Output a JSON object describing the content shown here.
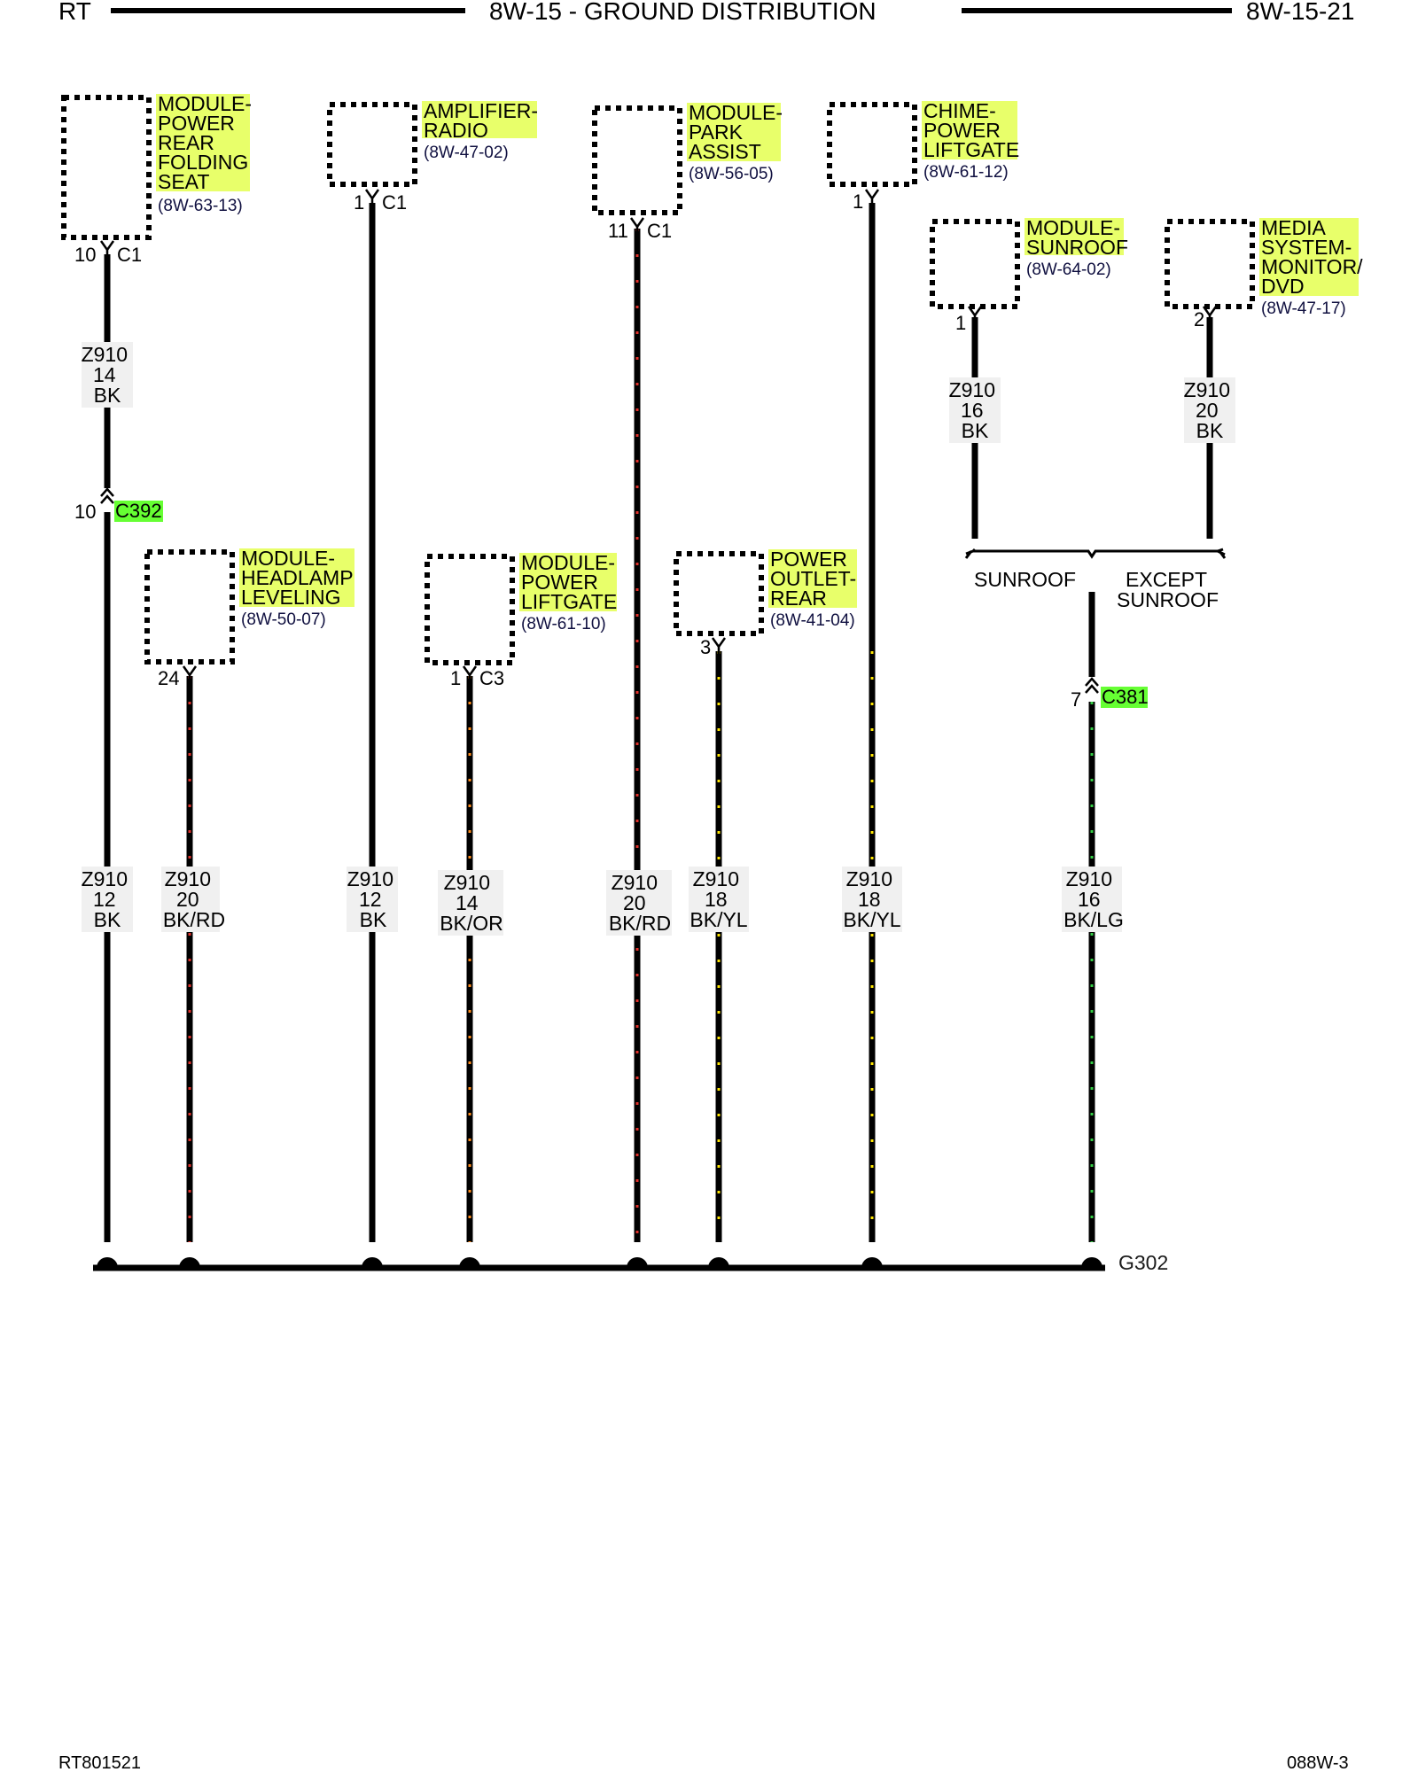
{
  "header": {
    "left": "RT",
    "title": "8W-15 - GROUND DISTRIBUTION",
    "page": "8W-15-21"
  },
  "footer": {
    "left": "RT801521",
    "right": "088W-3"
  },
  "colors": {
    "highlight": "#e8ff6a",
    "connector_highlight": "#66ff33",
    "BK": "#000000",
    "RD": "#e0302a",
    "OR": "#ff8c1a",
    "YL": "#ffe600",
    "LG": "#33cc44"
  },
  "modules": [
    {
      "lines": [
        "MODULE-",
        "POWER",
        "REAR",
        "FOLDING",
        "SEAT"
      ],
      "ref": "(8W-63-13)",
      "pin": "10",
      "connector": "C1"
    },
    {
      "lines": [
        "AMPLIFIER-",
        "RADIO"
      ],
      "ref": "(8W-47-02)",
      "pin": "1",
      "connector": "C1"
    },
    {
      "lines": [
        "MODULE-",
        "PARK",
        "ASSIST"
      ],
      "ref": "(8W-56-05)",
      "pin": "11",
      "connector": "C1"
    },
    {
      "lines": [
        "CHIME-",
        "POWER",
        "LIFTGATE"
      ],
      "ref": "(8W-61-12)",
      "pin": "1",
      "connector": ""
    },
    {
      "lines": [
        "MODULE-",
        "SUNROOF"
      ],
      "ref": "(8W-64-02)",
      "pin": "1",
      "connector": ""
    },
    {
      "lines": [
        "MEDIA",
        "SYSTEM-",
        "MONITOR/",
        "DVD"
      ],
      "ref": "(8W-47-17)",
      "pin": "2",
      "connector": ""
    },
    {
      "lines": [
        "MODULE-",
        "HEADLAMP",
        "LEVELING"
      ],
      "ref": "(8W-50-07)",
      "pin": "24",
      "connector": ""
    },
    {
      "lines": [
        "MODULE-",
        "POWER",
        "LIFTGATE"
      ],
      "ref": "(8W-61-10)",
      "pin": "1",
      "connector": "C3"
    },
    {
      "lines": [
        "POWER",
        "OUTLET-",
        "REAR"
      ],
      "ref": "(8W-41-04)",
      "pin": "3",
      "connector": ""
    }
  ],
  "upper_wires": [
    {
      "circuit": "Z910",
      "gauge": "14",
      "color": "BK"
    },
    {
      "circuit": "Z910",
      "gauge": "16",
      "color": "BK"
    },
    {
      "circuit": "Z910",
      "gauge": "20",
      "color": "BK"
    }
  ],
  "inline_connectors": [
    {
      "pin": "10",
      "name": "C392"
    },
    {
      "pin": "7",
      "name": "C381"
    }
  ],
  "splice_options": {
    "left": "SUNROOF",
    "right_line1": "EXCEPT",
    "right_line2": "SUNROOF"
  },
  "lower_wires": [
    {
      "circuit": "Z910",
      "gauge": "12",
      "color": "BK"
    },
    {
      "circuit": "Z910",
      "gauge": "20",
      "color": "BK/RD"
    },
    {
      "circuit": "Z910",
      "gauge": "12",
      "color": "BK"
    },
    {
      "circuit": "Z910",
      "gauge": "14",
      "color": "BK/OR"
    },
    {
      "circuit": "Z910",
      "gauge": "20",
      "color": "BK/RD"
    },
    {
      "circuit": "Z910",
      "gauge": "18",
      "color": "BK/YL"
    },
    {
      "circuit": "Z910",
      "gauge": "18",
      "color": "BK/YL"
    },
    {
      "circuit": "Z910",
      "gauge": "16",
      "color": "BK/LG"
    }
  ],
  "ground": {
    "name": "G302"
  }
}
